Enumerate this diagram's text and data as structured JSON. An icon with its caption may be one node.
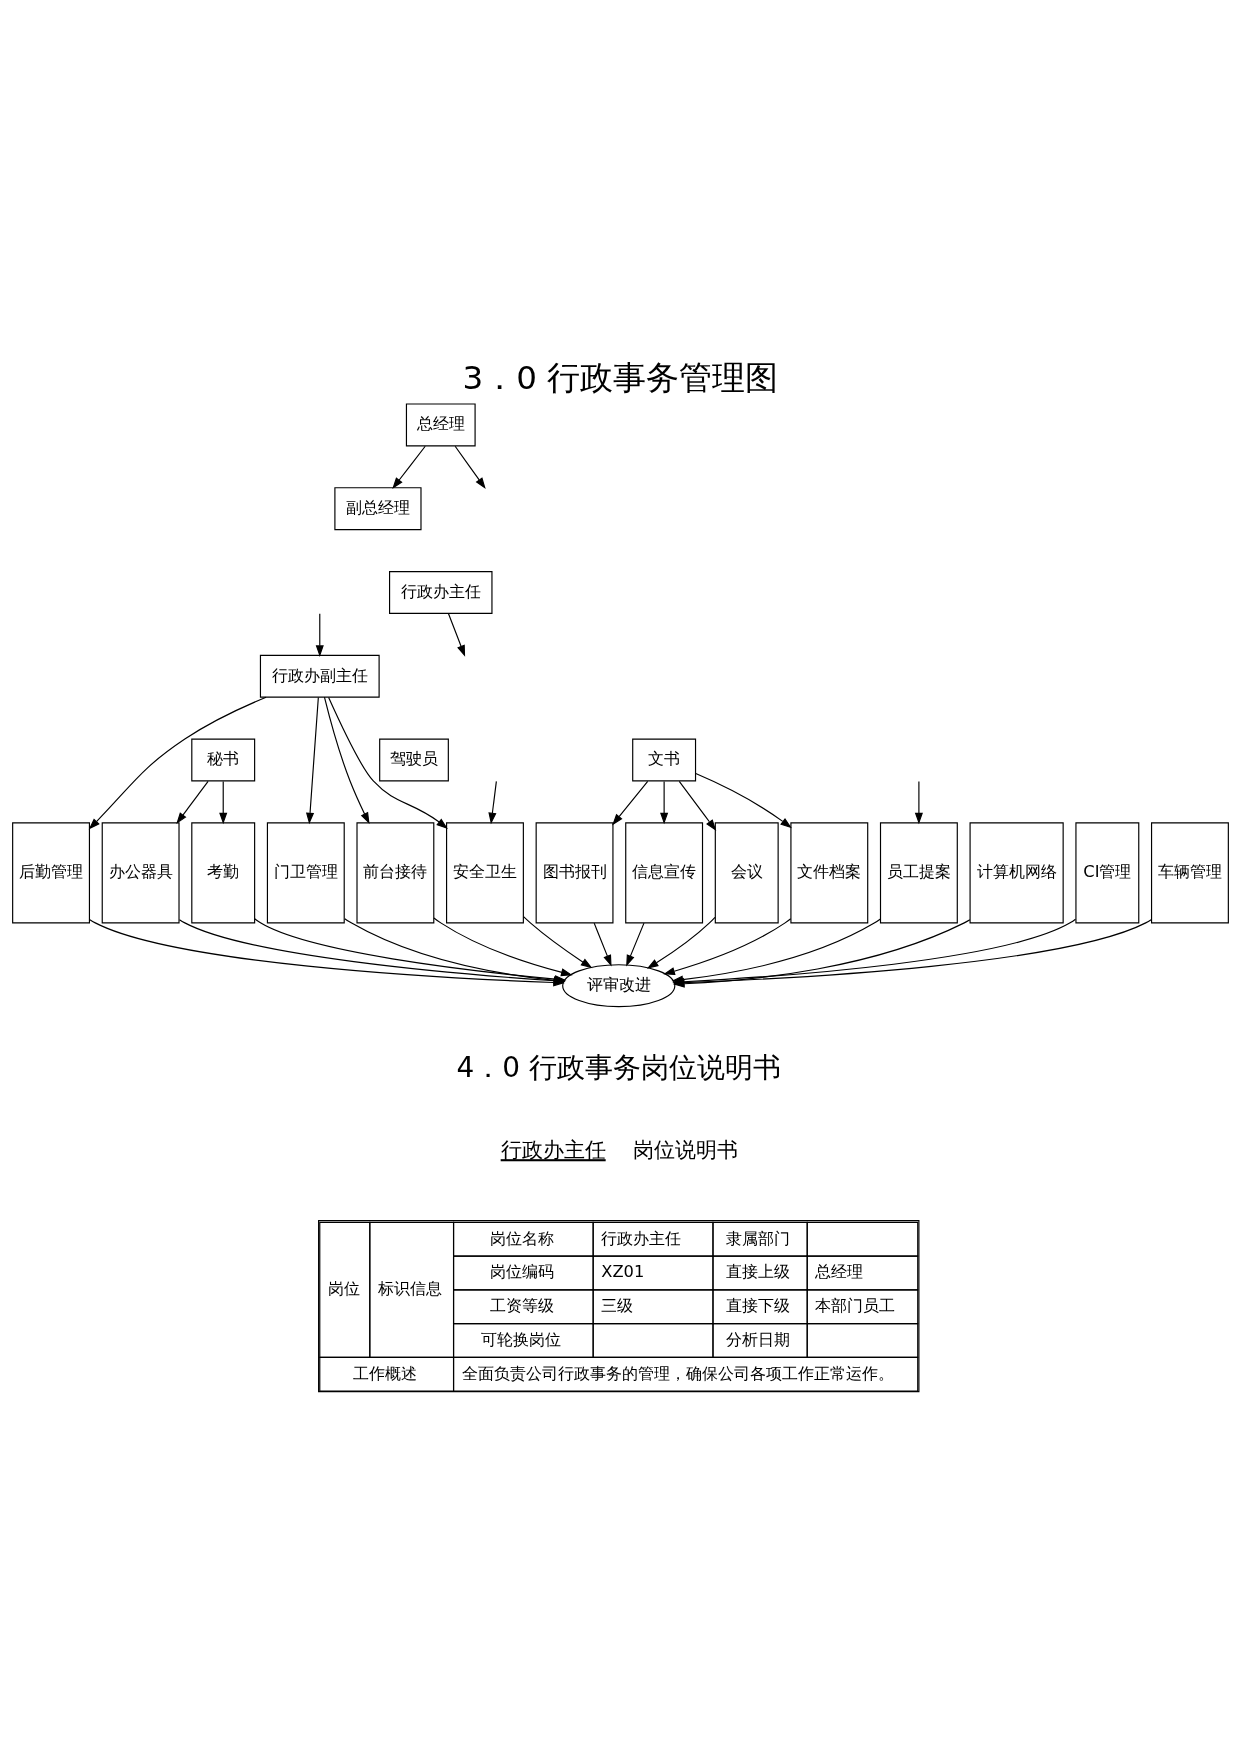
{
  "diagram": {
    "title": "3．0 行政事务管理图",
    "nodes": [
      {
        "text": [
          "总经理"
        ]
      },
      {
        "text": [
          "副总经理"
        ]
      },
      {
        "text": [
          "行政办主任"
        ]
      },
      {
        "text": [
          "行政办副主任"
        ]
      },
      {
        "text": [
          "秘书"
        ]
      },
      {
        "text": [
          "文书"
        ]
      },
      {
        "text": [
          "驾驶员"
        ]
      },
      {
        "text": [
          "门卫管理"
        ]
      },
      {
        "text": [
          "前台接待"
        ]
      },
      {
        "text": [
          "安全卫生"
        ]
      },
      {
        "text": [
          "后勤管理"
        ]
      },
      {
        "text": [
          "员工提案"
        ]
      },
      {
        "text": [
          "计算机网络"
        ]
      },
      {
        "text": [
          "办公器具"
        ]
      },
      {
        "text": [
          "考勤"
        ]
      },
      {
        "text": [
          "CI管理"
        ]
      },
      {
        "text": [
          "会议"
        ]
      },
      {
        "text": [
          "文件档案"
        ]
      },
      {
        "text": [
          "图书报刊"
        ]
      },
      {
        "text": [
          "车辆管理"
        ]
      },
      {
        "text": [
          "信息宣传"
        ]
      },
      {
        "text": [
          "评审改进"
        ]
      }
    ],
    "edges": [
      {
        "from": 0,
        "to": 1,
        "arrow": "to"
      },
      {
        "from": 0,
        "to": null,
        "arrow": "to"
      },
      {
        "from": 2,
        "to": null,
        "arrow": "to"
      },
      {
        "from": null,
        "to": 3,
        "arrow": "to"
      },
      {
        "from": 3,
        "to": 7,
        "arrow": "to"
      },
      {
        "from": 3,
        "to": 8,
        "arrow": "to"
      },
      {
        "from": 3,
        "to": 9,
        "arrow": "to"
      },
      {
        "from": 3,
        "to": 10,
        "arrow": "to"
      },
      {
        "from": null,
        "to": 9,
        "arrow": "to"
      },
      {
        "from": null,
        "to": 11,
        "arrow": "to"
      },
      {
        "from": 4,
        "to": 13,
        "arrow": "to"
      },
      {
        "from": 4,
        "to": 14,
        "arrow": "to"
      },
      {
        "from": 5,
        "to": 16,
        "arrow": "to"
      },
      {
        "from": 5,
        "to": 17,
        "arrow": "to"
      },
      {
        "from": 5,
        "to": 18,
        "arrow": "to"
      },
      {
        "from": 5,
        "to": 20,
        "arrow": "to"
      },
      {
        "from": 7,
        "to": 21,
        "arrow": "to"
      },
      {
        "from": 8,
        "to": 21,
        "arrow": "to"
      },
      {
        "from": 9,
        "to": 21,
        "arrow": "to"
      },
      {
        "from": 10,
        "to": 21,
        "arrow": "to"
      },
      {
        "from": 11,
        "to": 21,
        "arrow": "to"
      },
      {
        "from": 12,
        "to": 21,
        "arrow": "to"
      },
      {
        "from": 13,
        "to": 21,
        "arrow": "to"
      },
      {
        "from": 14,
        "to": 21,
        "arrow": "to"
      },
      {
        "from": 15,
        "to": 21,
        "arrow": "to"
      },
      {
        "from": 16,
        "to": 21,
        "arrow": "to"
      },
      {
        "from": 17,
        "to": 21,
        "arrow": "to"
      },
      {
        "from": 18,
        "to": 21,
        "arrow": "to"
      },
      {
        "from": 19,
        "to": 21,
        "arrow": "to"
      },
      {
        "from": 20,
        "to": 21,
        "arrow": "to"
      }
    ],
    "labels": [
      "4．0 行政事务岗位说明书",
      "行政办主任",
      "岗位说明书",
      "岗位",
      "标识信息",
      "岗位名称",
      "行政办主任",
      "隶属部门",
      "岗位编码",
      "XZ01",
      "直接上级",
      "总经理",
      "工资等级",
      "三级",
      "直接下级",
      "本部门员工",
      "可轮换岗位",
      "分析日期",
      "工作概述",
      "全面负责公司行政事务的管理，确保公司各项工作正常运作。"
    ]
  }
}
